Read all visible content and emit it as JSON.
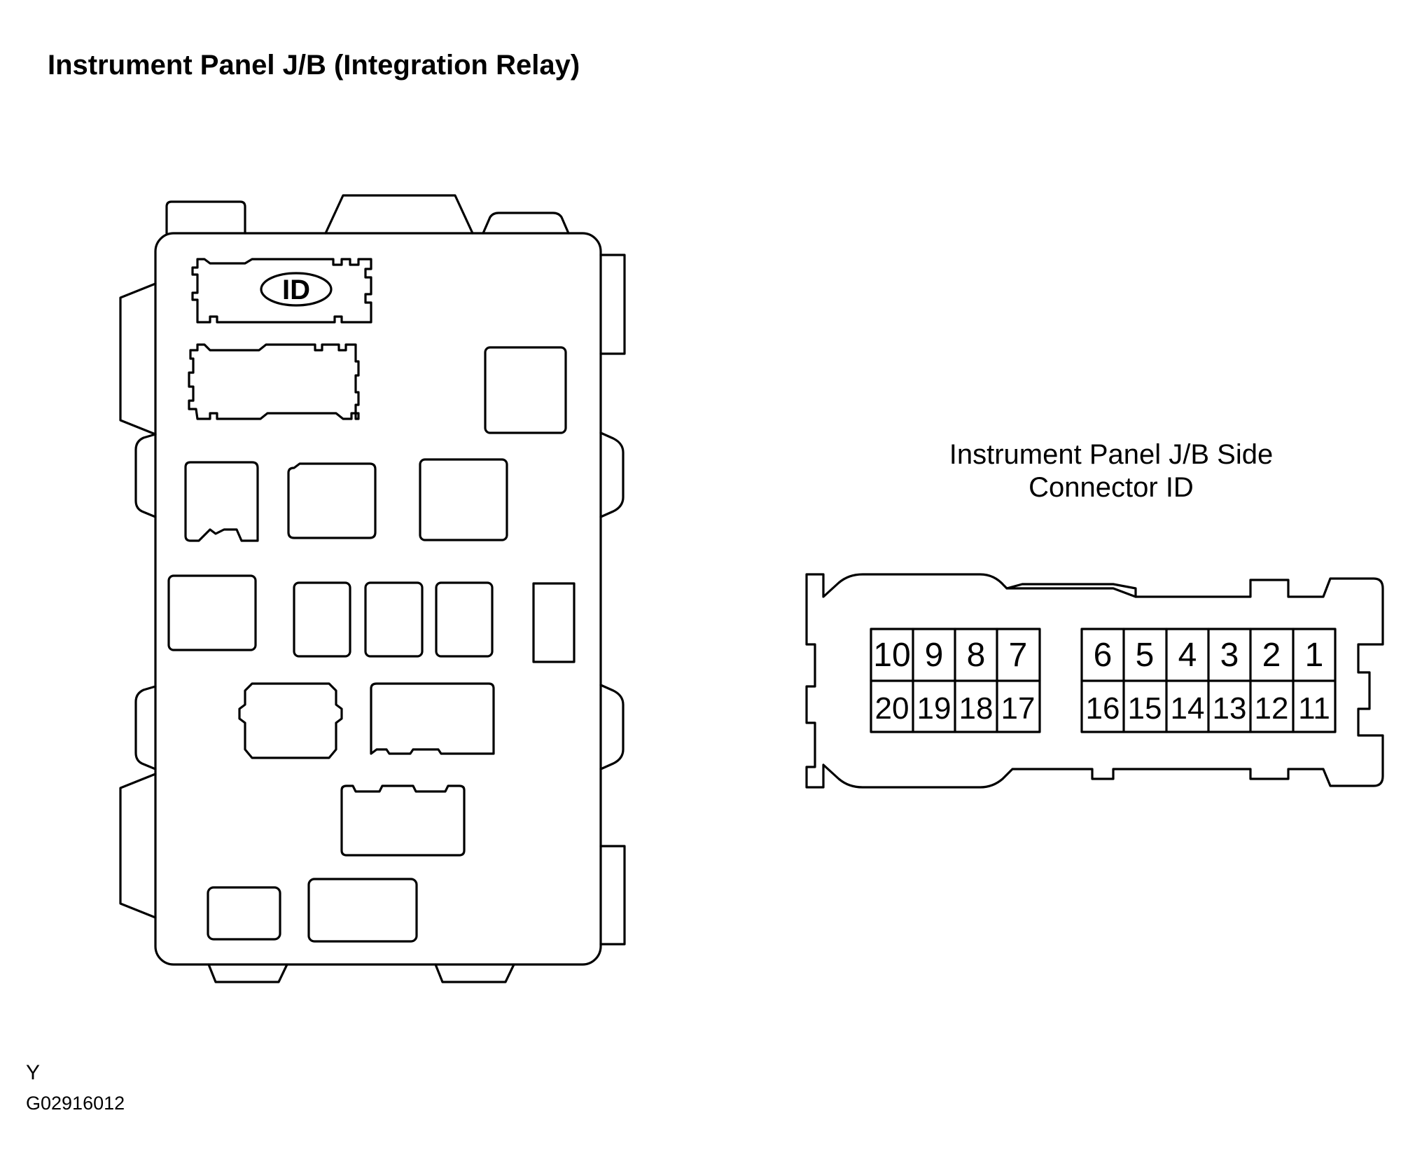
{
  "title": "Instrument Panel J/B (Integration Relay)",
  "junction_block": {
    "id_mark": "ID"
  },
  "connector": {
    "caption_line1": "Instrument Panel J/B Side",
    "caption_line2": "Connector ID",
    "pins_top_left": [
      "10",
      "9",
      "8",
      "7"
    ],
    "pins_top_right": [
      "6",
      "5",
      "4",
      "3",
      "2",
      "1"
    ],
    "pins_bottom_left": [
      "20",
      "19",
      "18",
      "17"
    ],
    "pins_bottom_right": [
      "16",
      "15",
      "14",
      "13",
      "12",
      "11"
    ]
  },
  "footer": {
    "code_letter": "Y",
    "figure_id": "G02916012"
  }
}
